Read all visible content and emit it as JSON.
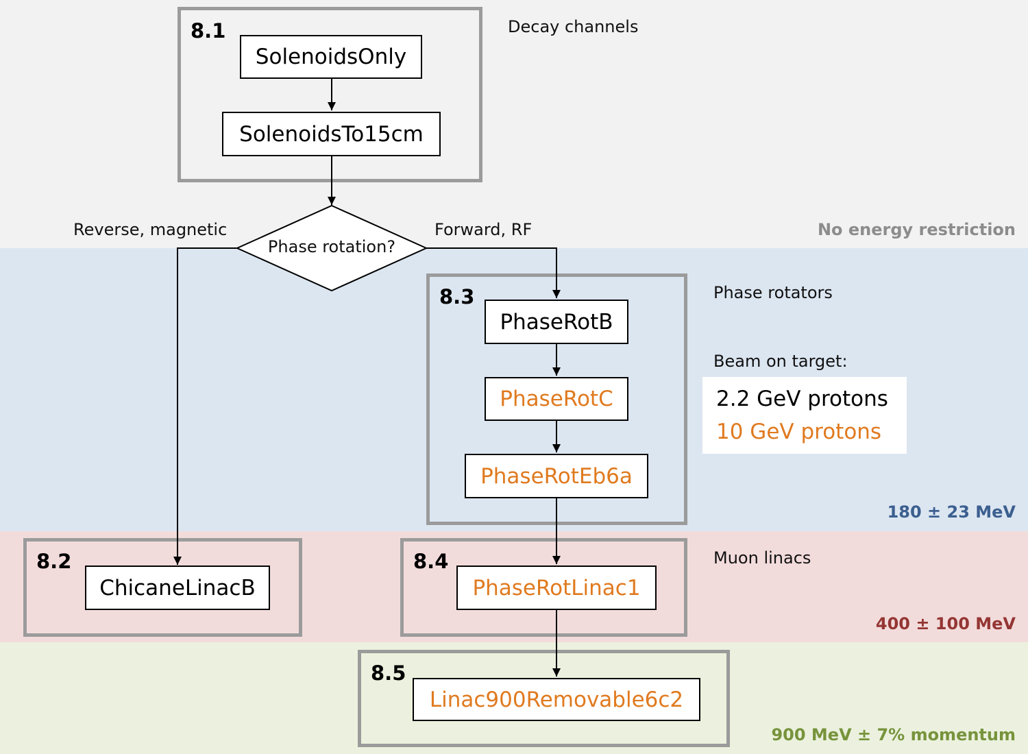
{
  "colors": {
    "band_top": "#f2f2f2",
    "band_blue": "#dce6f1",
    "band_red": "#f2dcdb",
    "band_green": "#ebf1de",
    "group_border": "#9b9b9b",
    "orange": "#e07a1f",
    "energy_gray": "#8c8c8c",
    "energy_blue": "#3b5f8f",
    "energy_red": "#943634",
    "energy_green": "#77933c"
  },
  "groups": {
    "g81": "8.1",
    "g82": "8.2",
    "g83": "8.3",
    "g84": "8.4",
    "g85": "8.5"
  },
  "nodes": {
    "solenoids_only": "SolenoidsOnly",
    "solenoids_to_15cm": "SolenoidsTo15cm",
    "phase_rotation_decision": "Phase rotation?",
    "phase_rot_b": "PhaseRotB",
    "phase_rot_c": "PhaseRotC",
    "phase_rot_eb6a": "PhaseRotEb6a",
    "chicane_linac_b": "ChicaneLinacB",
    "phase_rot_linac1": "PhaseRotLinac1",
    "linac900": "Linac900Removable6c2"
  },
  "branches": {
    "left": "Reverse, magnetic",
    "right": "Forward, RF"
  },
  "section_labels": {
    "decay": "Decay channels",
    "phase": "Phase rotators",
    "muon": "Muon linacs"
  },
  "legend": {
    "title": "Beam on target:",
    "item1": "2.2 GeV protons",
    "item2": "10 GeV protons"
  },
  "energies": {
    "none": "No energy restriction",
    "e1": "180 ± 23 MeV",
    "e2": "400 ± 100 MeV",
    "e3": "900 MeV ± 7% momentum"
  }
}
